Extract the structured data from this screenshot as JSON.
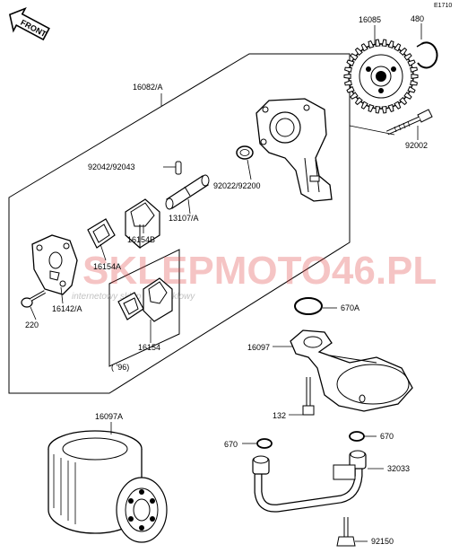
{
  "diagram": {
    "figure_code": "E1710",
    "front_label": "FRONT",
    "watermark": {
      "brand": "SKLEPMOTO46.PL",
      "tagline": "internetowy sklep motocyklowy"
    },
    "parts": {
      "p16082": "16082/A",
      "p16085": "16085",
      "p480": "480",
      "p92002": "92002",
      "p92042": "92042/92043",
      "p92022": "92022/92200",
      "p13107": "13107/A",
      "p16154b": "16154B",
      "p16154a": "16154A",
      "p16142": "16142/A",
      "p220": "220",
      "p16154": "16154",
      "p96": "( '96)",
      "p670a": "670A",
      "p16097": "16097",
      "p132": "132",
      "p670l": "670",
      "p670r": "670",
      "p32033": "32033",
      "p16097a": "16097A",
      "p92150": "92150"
    }
  }
}
